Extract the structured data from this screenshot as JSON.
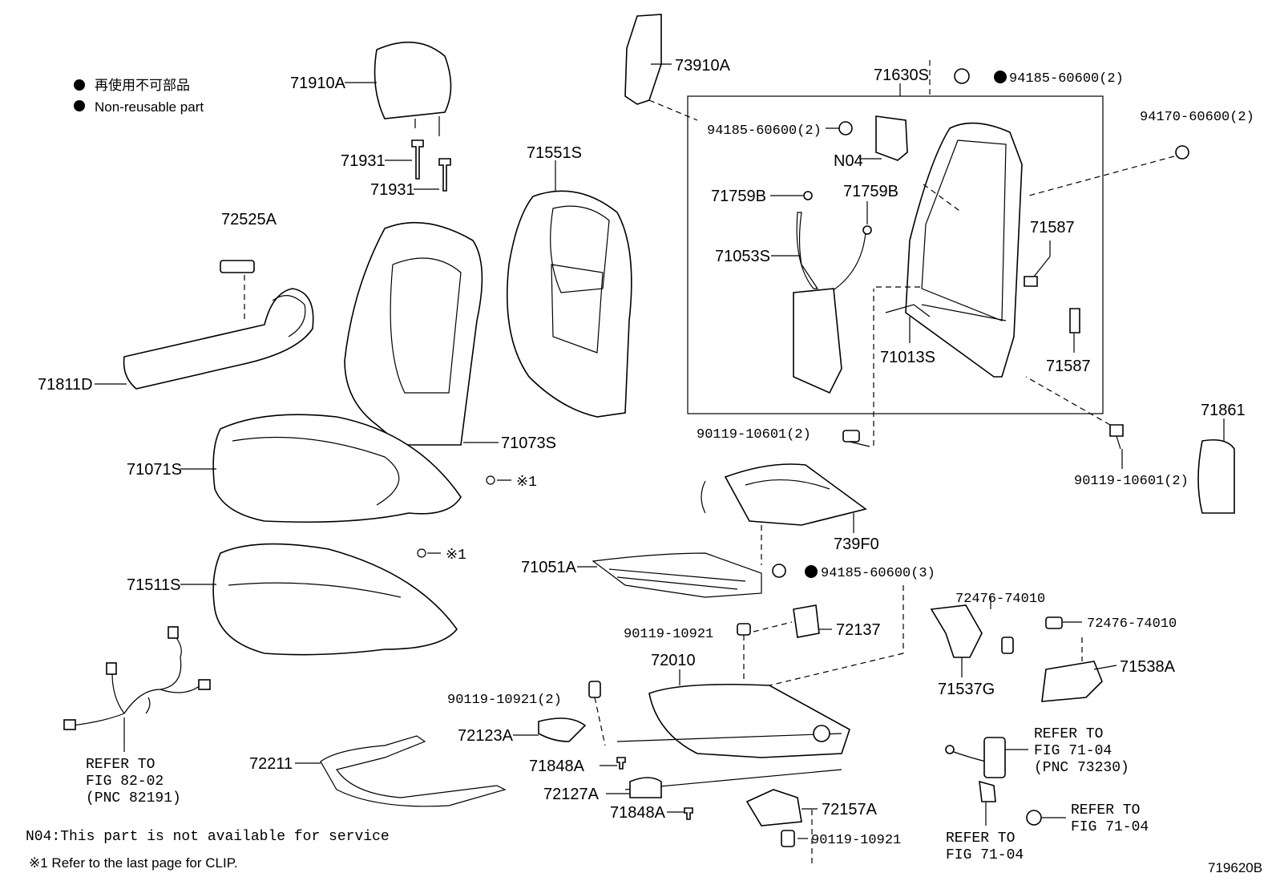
{
  "legend": {
    "line_jp": "再使用不可部品",
    "line_en": "Non-reusable part"
  },
  "parts": {
    "p71910A": "71910A",
    "p71931a": "71931",
    "p71931b": "71931",
    "p72525A": "72525A",
    "p71811D": "71811D",
    "p71551S": "71551S",
    "p71073S": "71073S",
    "p71071S": "71071S",
    "p71511S": "71511S",
    "p73910A": "73910A",
    "p71630S": "71630S",
    "p94185_top": "94185-60600(2)",
    "p94185_frame": "94185-60600(2)",
    "pN04": "N04",
    "p71759B_l": "71759B",
    "p71759B_r": "71759B",
    "p71053S": "71053S",
    "p71013S": "71013S",
    "p71587_a": "71587",
    "p71587_b": "71587",
    "p94170": "94170-60600(2)",
    "p90119_10601_l": "90119-10601(2)",
    "p90119_10601_r": "90119-10601(2)",
    "p71861": "71861",
    "p739F0": "739F0",
    "p71051A": "71051A",
    "p94185_3": "94185-60600(3)",
    "p90119_10921": "90119-10921",
    "p72137": "72137",
    "p72010": "72010",
    "p90119_10921_2": "90119-10921(2)",
    "p72123A": "72123A",
    "p71848A_a": "71848A",
    "p72127A": "72127A",
    "p71848A_b": "71848A",
    "p72157A": "72157A",
    "p90119_10921_b": "90119-10921",
    "p72211": "72211",
    "p72476_a": "72476-74010",
    "p72476_b": "72476-74010",
    "p71537G": "71537G",
    "p71538A": "71538A",
    "clip1": "※1",
    "clip2": "※1"
  },
  "refs": {
    "harness": [
      "REFER TO",
      "FIG 82-02",
      "(PNC 82191)"
    ],
    "belt": [
      "REFER TO",
      "FIG 71-04",
      "(PNC 73230)"
    ],
    "nut": [
      "REFER TO",
      "FIG 71-04"
    ],
    "bracket": [
      "REFER TO",
      "FIG 71-04"
    ]
  },
  "footnotes": {
    "n04": "N04:This part is not available for service",
    "clip": "※1  Refer to the last page for CLIP."
  },
  "figure_id": "719620B"
}
